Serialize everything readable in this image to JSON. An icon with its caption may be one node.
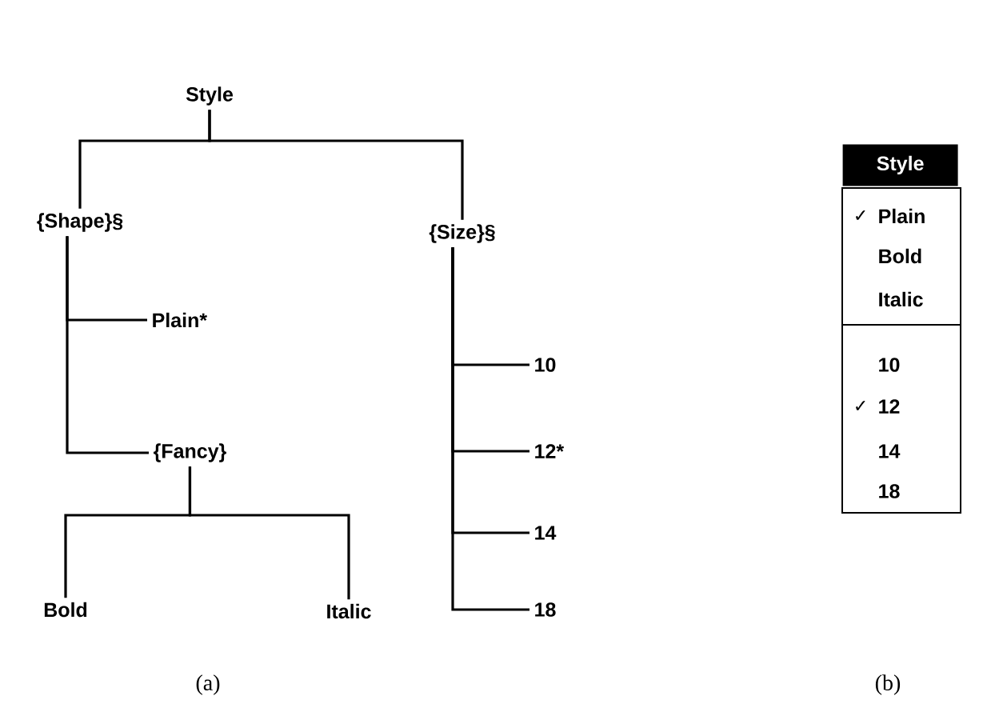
{
  "diagram": {
    "nodes": [
      {
        "text": [
          "Style"
        ]
      },
      {
        "text": [
          "{Shape}§"
        ]
      },
      {
        "text": [
          "{Size}§"
        ]
      },
      {
        "text": [
          "Plain*"
        ]
      },
      {
        "text": [
          "{Fancy}"
        ]
      },
      {
        "text": [
          "Bold"
        ]
      },
      {
        "text": [
          "Italic"
        ]
      },
      {
        "text": [
          "10"
        ]
      },
      {
        "text": [
          "12*"
        ]
      },
      {
        "text": [
          "14"
        ]
      },
      {
        "text": [
          "18"
        ]
      },
      {
        "text": [
          "Style"
        ]
      },
      {
        "text": [
          "Plain"
        ],
        "in": 11,
        "beside": [
          "✓"
        ]
      },
      {
        "text": [
          "Bold"
        ],
        "in": 11
      },
      {
        "text": [
          "Italic"
        ],
        "in": 11
      },
      {
        "text": [
          "10"
        ],
        "in": 11
      },
      {
        "text": [
          "12"
        ],
        "in": 11,
        "beside": [
          "✓"
        ]
      },
      {
        "text": [
          "14"
        ],
        "in": 11
      },
      {
        "text": [
          "18"
        ],
        "in": 11
      }
    ],
    "edges": [
      {
        "from": 0,
        "to": 1,
        "arrow": "none"
      },
      {
        "from": 0,
        "to": 2,
        "arrow": "none"
      },
      {
        "from": 1,
        "to": 3,
        "arrow": "none"
      },
      {
        "from": 1,
        "to": 4,
        "arrow": "none"
      },
      {
        "from": 4,
        "to": 5,
        "arrow": "none"
      },
      {
        "from": 4,
        "to": 6,
        "arrow": "none"
      },
      {
        "from": 2,
        "to": 7,
        "arrow": "none"
      },
      {
        "from": 2,
        "to": 8,
        "arrow": "none"
      },
      {
        "from": 2,
        "to": 9,
        "arrow": "none"
      },
      {
        "from": 2,
        "to": 10,
        "arrow": "none"
      }
    ],
    "labels": [
      "(a)",
      "(b)"
    ]
  }
}
